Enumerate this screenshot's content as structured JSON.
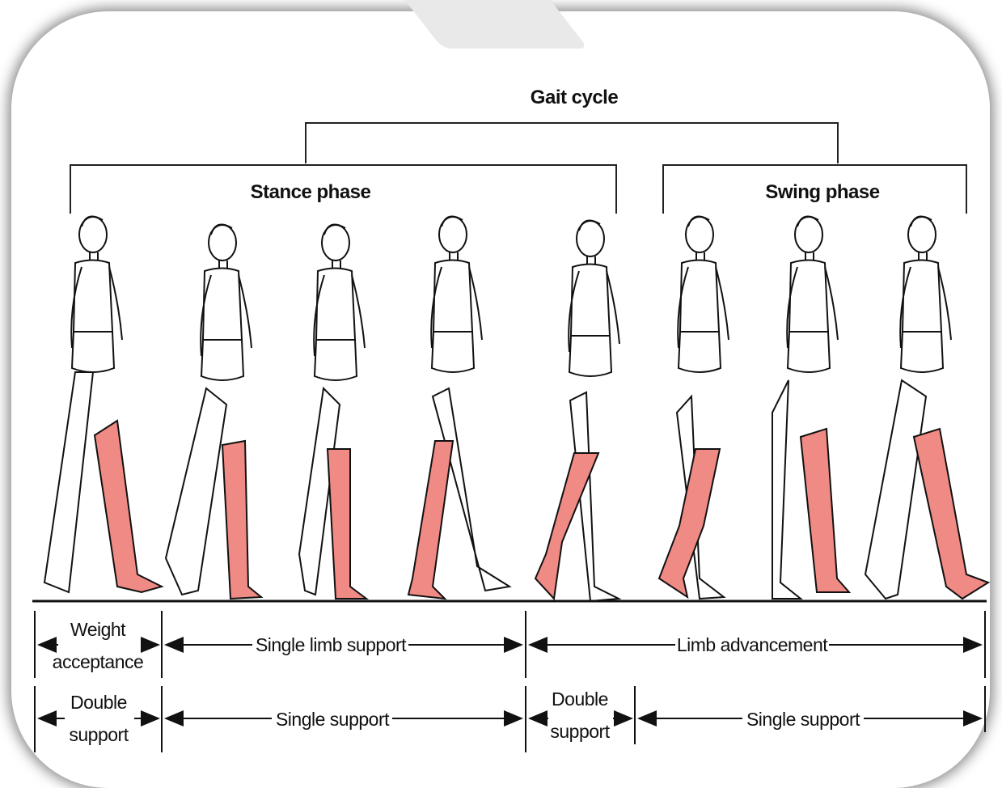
{
  "title": "Gait cycle",
  "phases": {
    "stance": "Stance phase",
    "swing": "Swing phase"
  },
  "row1": {
    "weight_acceptance": [
      "Weight",
      "acceptance"
    ],
    "single_limb_support": "Single limb support",
    "limb_advancement": "Limb advancement"
  },
  "row2": {
    "double_support_1": [
      "Double",
      "support"
    ],
    "single_support_1": "Single support",
    "double_support_2": [
      "Double",
      "support"
    ],
    "single_support_2": "Single support"
  },
  "colors": {
    "highlight_leg": "#f08a85",
    "line": "#222222",
    "card_shadow": "#333333"
  }
}
